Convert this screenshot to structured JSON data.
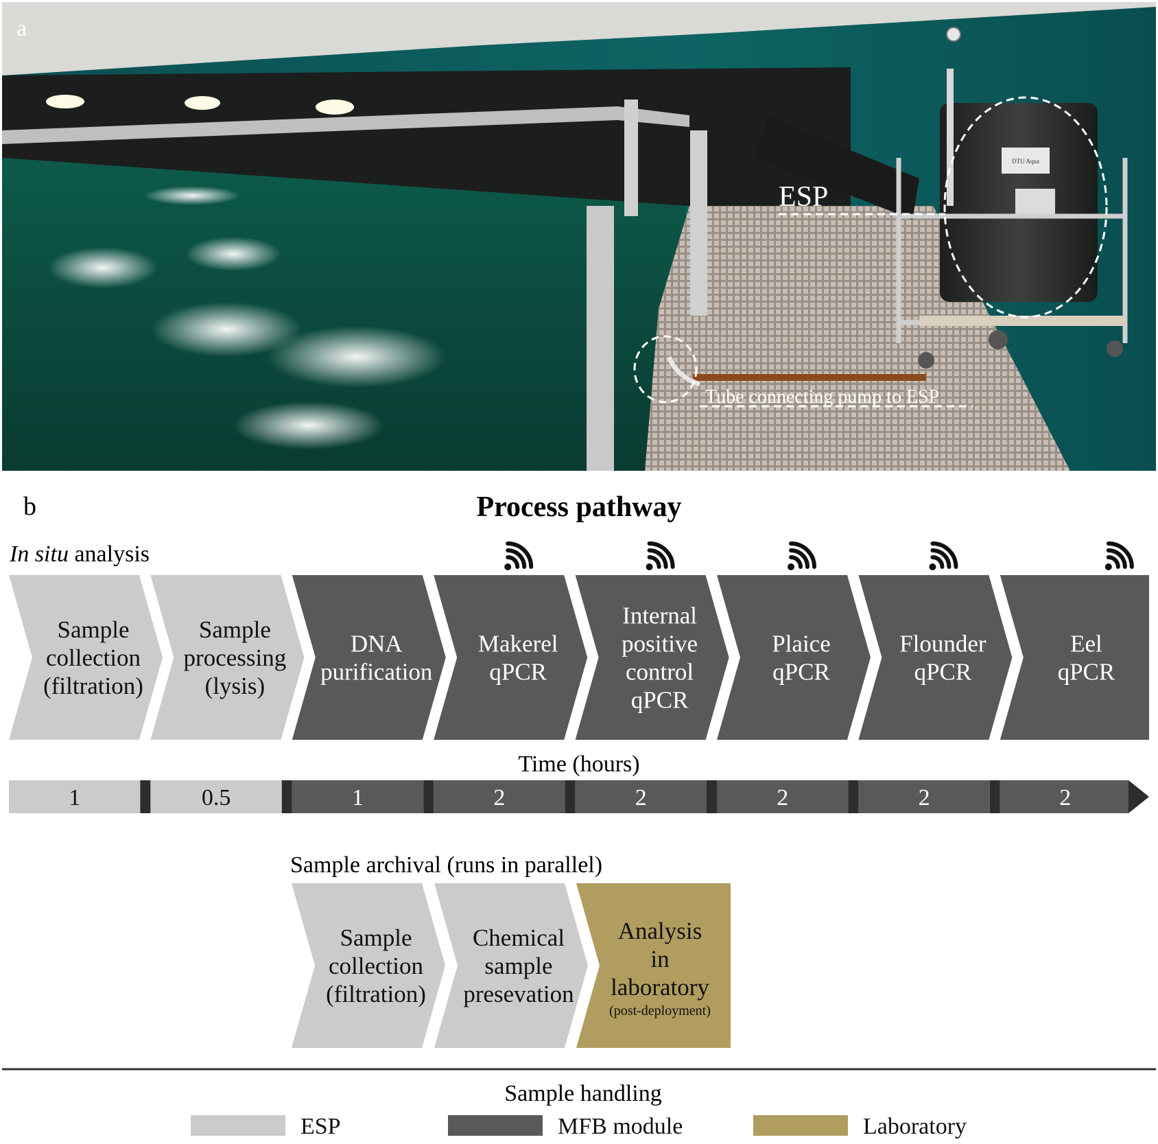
{
  "panel_a": {
    "label": "a",
    "annotations": {
      "esp": "ESP",
      "tube": "Tube connecting pump to ESP"
    },
    "device_label": "DTU Aqua"
  },
  "panel_b": {
    "label": "b",
    "title": "Process pathway",
    "in_situ_label_italic": "In situ",
    "in_situ_label_rest": " analysis",
    "steps": [
      {
        "lines": [
          "Sample",
          "collection",
          "(filtration)"
        ],
        "type": "esp",
        "wifi": false
      },
      {
        "lines": [
          "Sample",
          "processing",
          "(lysis)"
        ],
        "type": "esp",
        "wifi": false
      },
      {
        "lines": [
          "DNA",
          "purification"
        ],
        "type": "mfb",
        "wifi": false
      },
      {
        "lines": [
          "Makerel",
          "qPCR"
        ],
        "type": "mfb",
        "wifi": true
      },
      {
        "lines": [
          "Internal",
          "positive",
          "control",
          "qPCR"
        ],
        "type": "mfb",
        "wifi": true
      },
      {
        "lines": [
          "Plaice",
          "qPCR"
        ],
        "type": "mfb",
        "wifi": true
      },
      {
        "lines": [
          "Flounder",
          "qPCR"
        ],
        "type": "mfb",
        "wifi": true
      },
      {
        "lines": [
          "Eel",
          "qPCR"
        ],
        "type": "mfb",
        "wifi": true
      }
    ],
    "time_label": "Time (hours)",
    "times": [
      {
        "value": "1",
        "type": "esp"
      },
      {
        "value": "0.5",
        "type": "esp"
      },
      {
        "value": "1",
        "type": "mfb"
      },
      {
        "value": "2",
        "type": "mfb"
      },
      {
        "value": "2",
        "type": "mfb"
      },
      {
        "value": "2",
        "type": "mfb"
      },
      {
        "value": "2",
        "type": "mfb"
      },
      {
        "value": "2",
        "type": "mfb"
      }
    ],
    "archival_label": "Sample archival (runs in parallel)",
    "archival_steps": [
      {
        "lines": [
          "Sample",
          "collection",
          "(filtration)"
        ],
        "type": "esp"
      },
      {
        "lines": [
          "Chemical",
          "sample",
          "presevation"
        ],
        "type": "esp"
      },
      {
        "lines": [
          "Analysis",
          "in",
          "laboratory"
        ],
        "sub": "(post-deployment)",
        "type": "lab"
      }
    ]
  },
  "legend": {
    "title": "Sample handling",
    "items": [
      {
        "label": "ESP",
        "type": "esp"
      },
      {
        "label": "MFB module",
        "type": "mfb"
      },
      {
        "label": "Laboratory",
        "type": "lab"
      }
    ]
  },
  "colors": {
    "esp": "#cbcbcb",
    "mfb": "#595959",
    "lab": "#b09d5f",
    "water": "#0f4a3c",
    "wall": "#0c5a5a"
  }
}
